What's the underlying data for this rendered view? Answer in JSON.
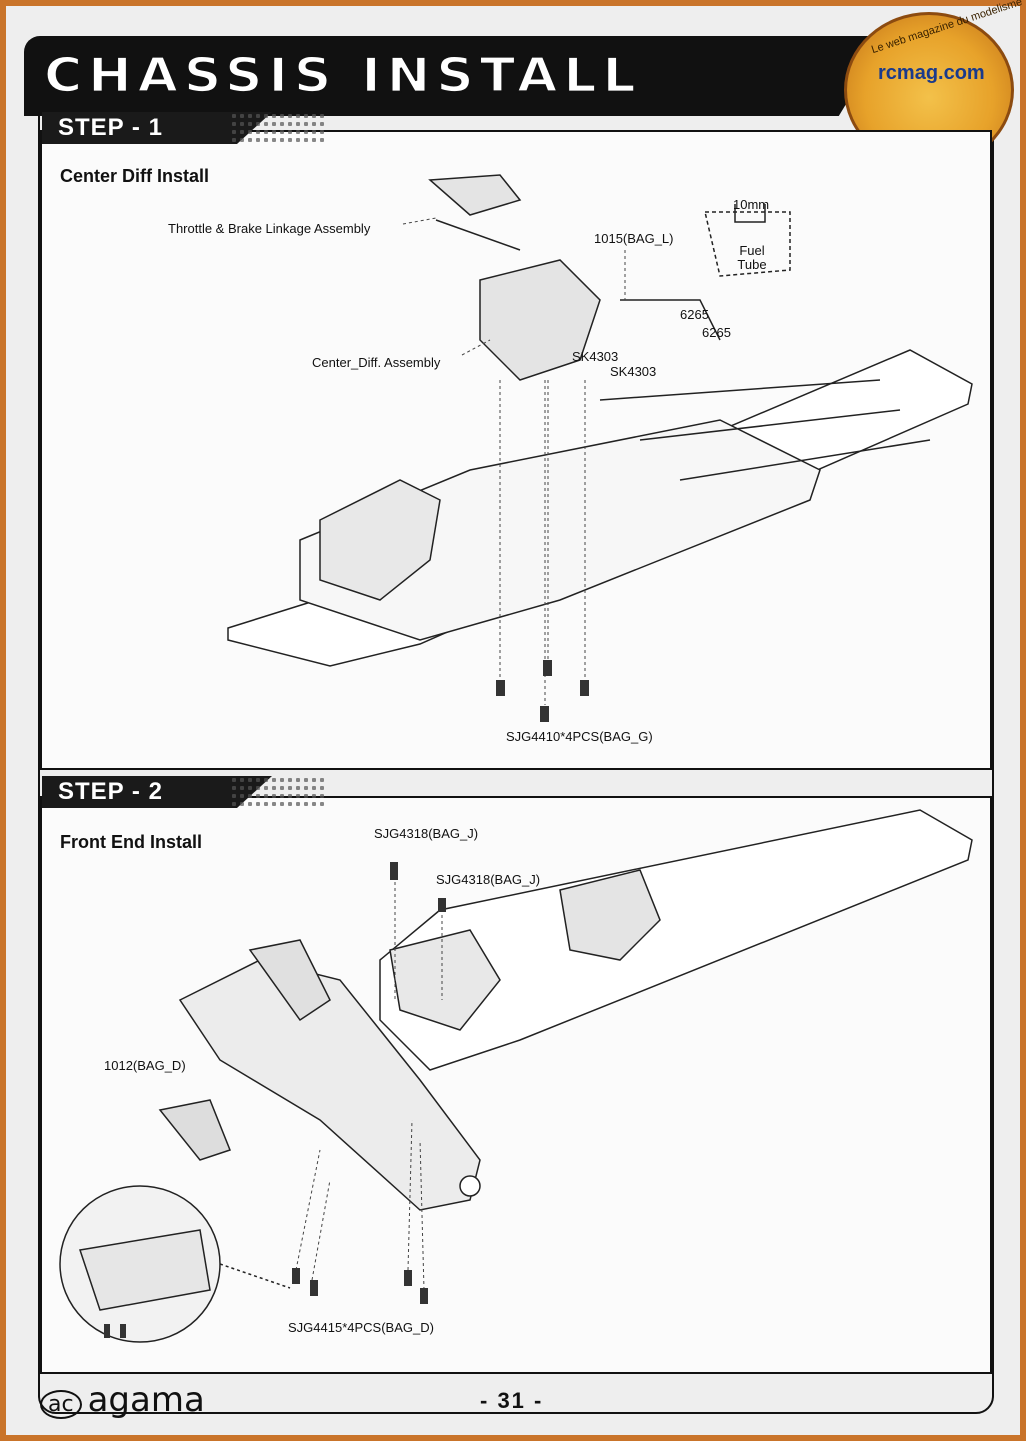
{
  "header": {
    "title": "CHASSIS INSTALL",
    "logo_site": "rcmag.com",
    "logo_tagline": "Le web magazine du modelisme"
  },
  "step1": {
    "tab": "STEP - 1",
    "heading": "Center Diff Install",
    "labels": {
      "throttle": "Throttle & Brake Linkage Assembly",
      "bag_l": "1015(BAG_L)",
      "tube_len": "10mm",
      "fuel_tube": "Fuel Tube",
      "p6265a": "6265",
      "p6265b": "6265",
      "center_diff": "Center_Diff. Assembly",
      "sk4303a": "SK4303",
      "sk4303b": "SK4303",
      "screws": "SJG4410*4PCS(BAG_G)"
    }
  },
  "step2": {
    "tab": "STEP - 2",
    "heading": "Front End Install",
    "labels": {
      "sjg4318a": "SJG4318(BAG_J)",
      "sjg4318b": "SJG4318(BAG_J)",
      "bag_d": "1012(BAG_D)",
      "screws": "SJG4415*4PCS(BAG_D)"
    }
  },
  "footer": {
    "brand": "agama",
    "page_number": "- 31 -"
  }
}
